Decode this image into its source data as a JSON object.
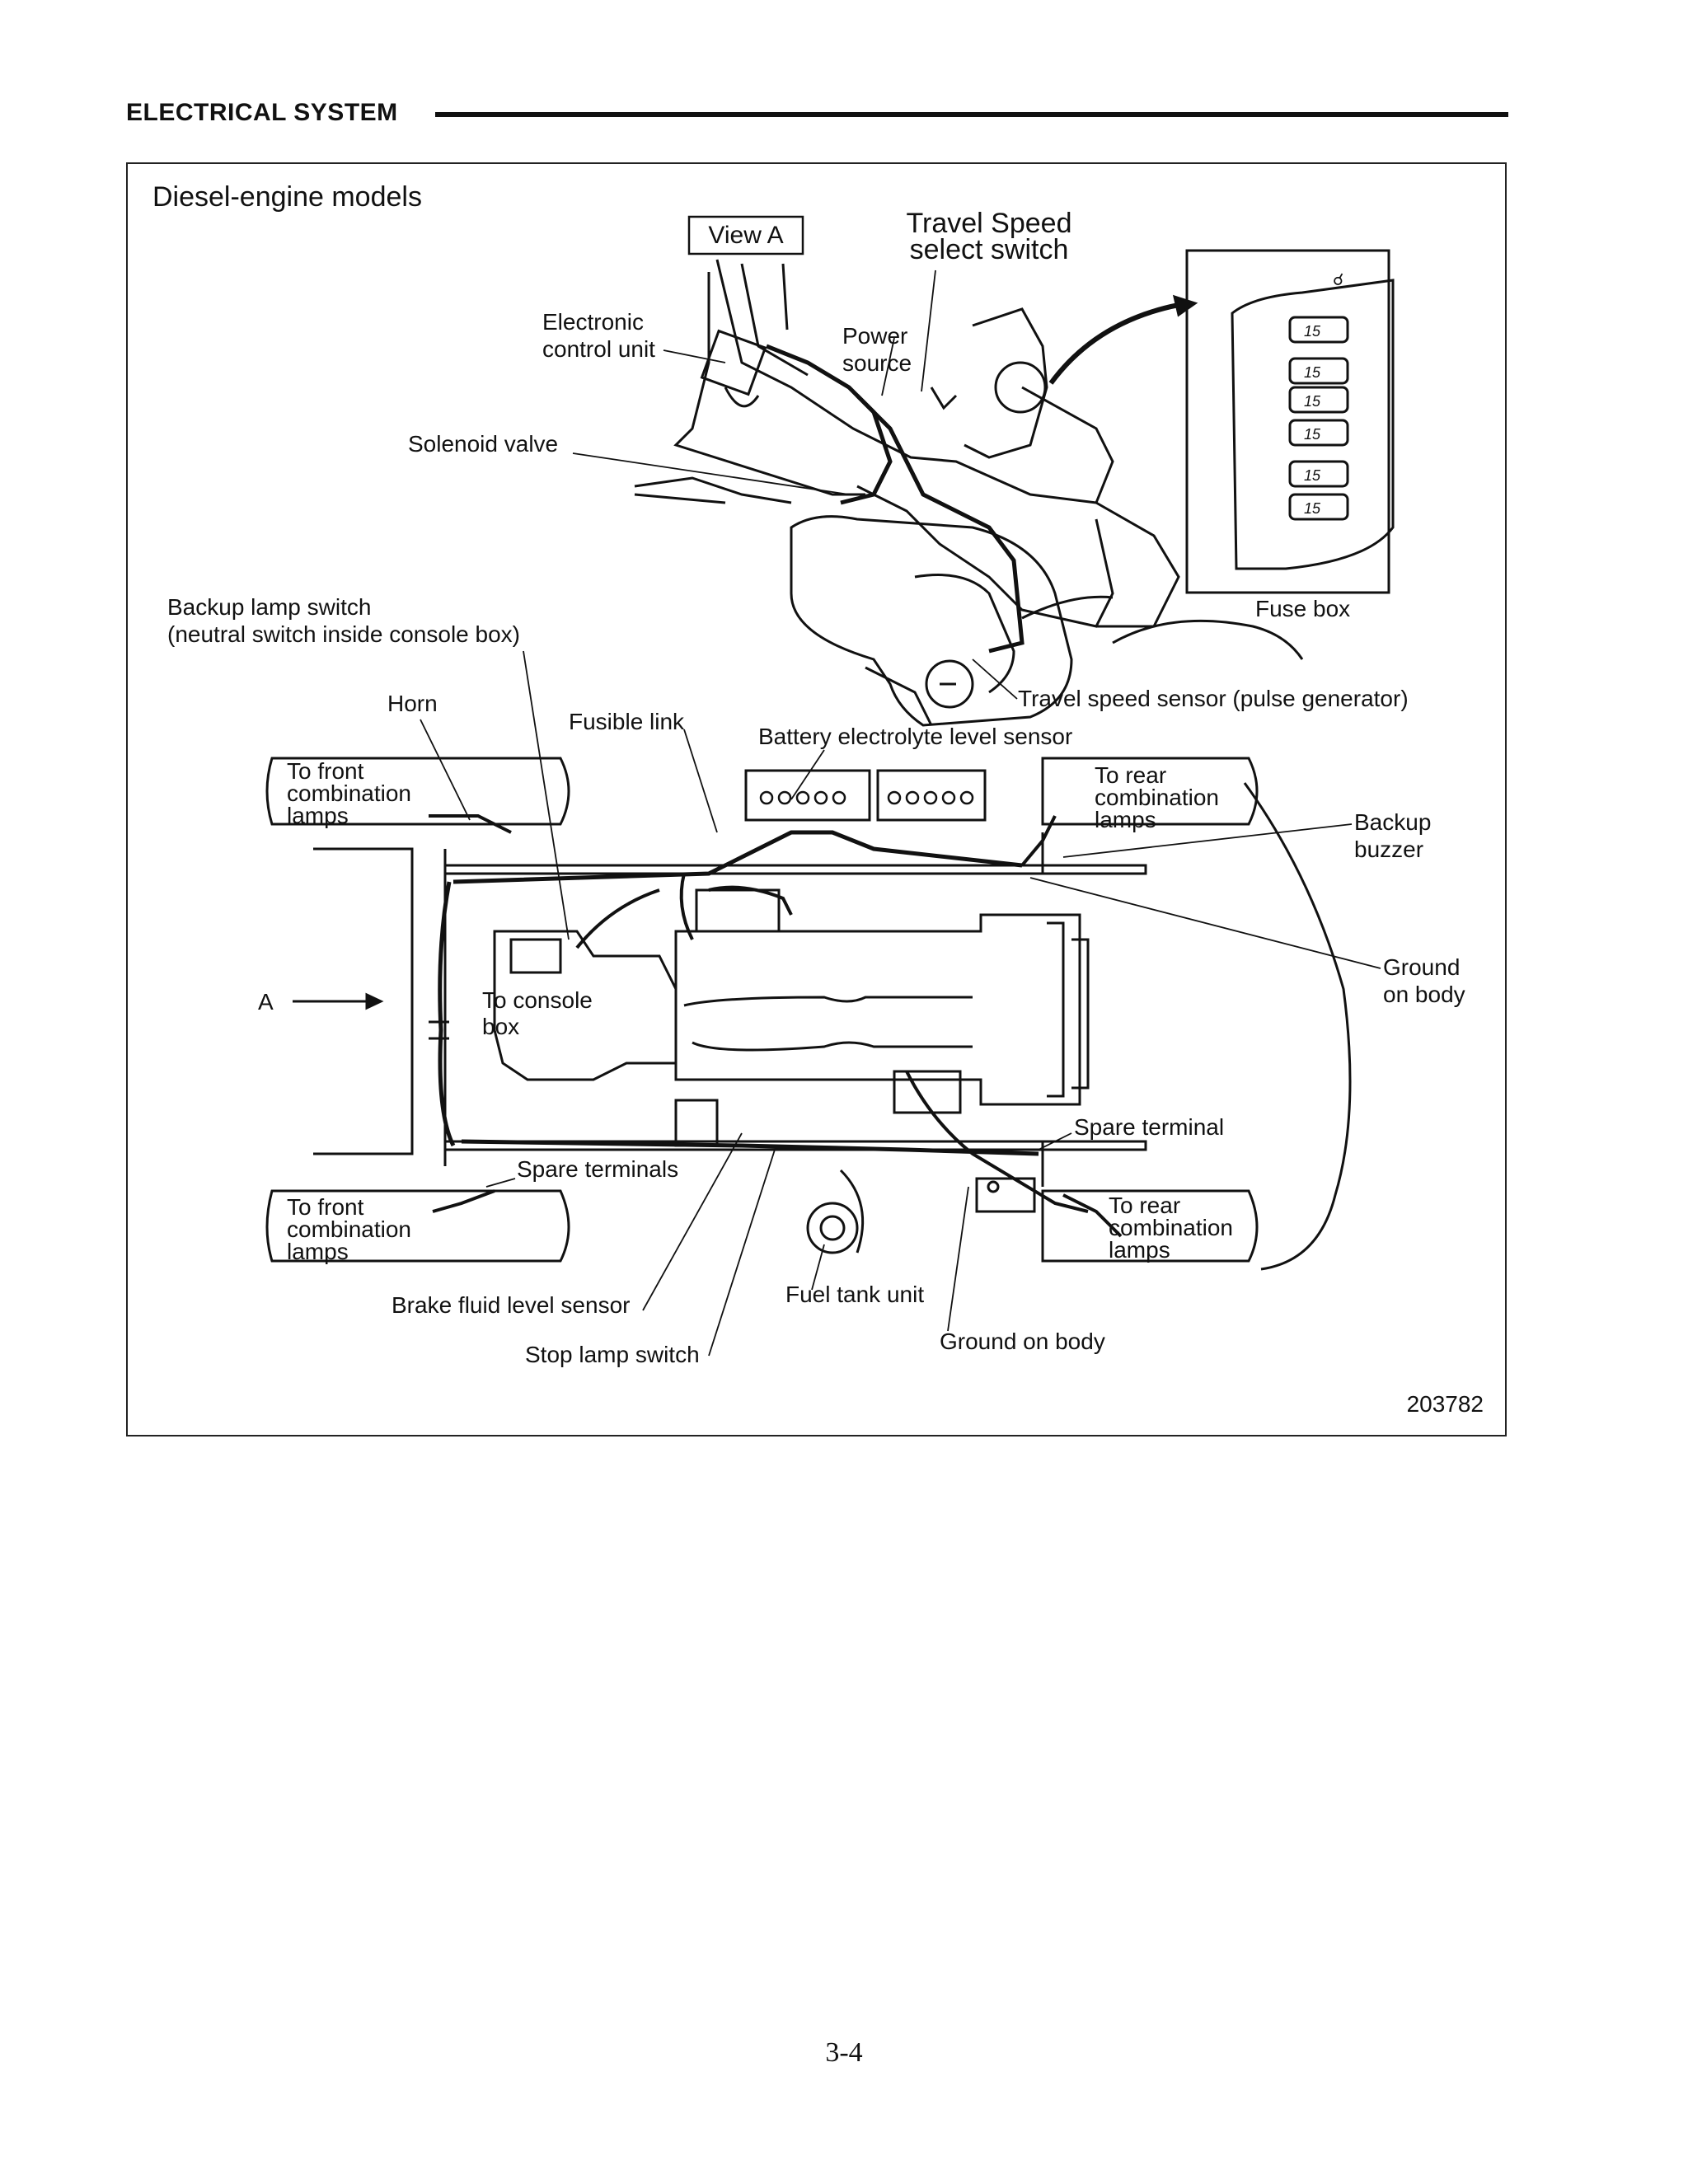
{
  "header": {
    "title": "ELECTRICAL  SYSTEM"
  },
  "figure": {
    "subtitle": "Diesel-engine models",
    "view_label": "View A",
    "figure_number": "203782",
    "labels": {
      "travel_speed_select_1": "Travel Speed",
      "travel_speed_select_2": "select switch",
      "ecu_1": "Electronic",
      "ecu_2": "control unit",
      "power_1": "Power",
      "power_2": "source",
      "solenoid": "Solenoid valve",
      "backup_lamp_1": "Backup lamp switch",
      "backup_lamp_2": "(neutral switch inside console box)",
      "fuse_box": "Fuse box",
      "travel_sensor": "Travel speed sensor (pulse generator)",
      "horn": "Horn",
      "fusible": "Fusible link",
      "battery": "Battery electrolyte level sensor",
      "front_lamps_top_1": "To front",
      "front_lamps_top_2": "combination",
      "front_lamps_top_3": "lamps",
      "rear_lamps_top_1": "To rear",
      "rear_lamps_top_2": "combination",
      "rear_lamps_top_3": "lamps",
      "backup_buzzer_1": "Backup",
      "backup_buzzer_2": "buzzer",
      "ground_body_1": "Ground",
      "ground_body_2": "on body",
      "arrow_a": "A",
      "console_1": "To console",
      "console_2": "box",
      "spare_terminal": "Spare terminal",
      "spare_terminals": "Spare terminals",
      "front_lamps_bot_1": "To front",
      "front_lamps_bot_2": "combination",
      "front_lamps_bot_3": "lamps",
      "rear_lamps_bot_1": "To rear",
      "rear_lamps_bot_2": "combination",
      "rear_lamps_bot_3": "lamps",
      "brake_fluid": "Brake fluid level sensor",
      "fuel_tank": "Fuel tank unit",
      "ground_on_body": "Ground on body",
      "stop_lamp": "Stop lamp switch"
    },
    "fuse_rating": "15"
  },
  "page_number": "3-4"
}
